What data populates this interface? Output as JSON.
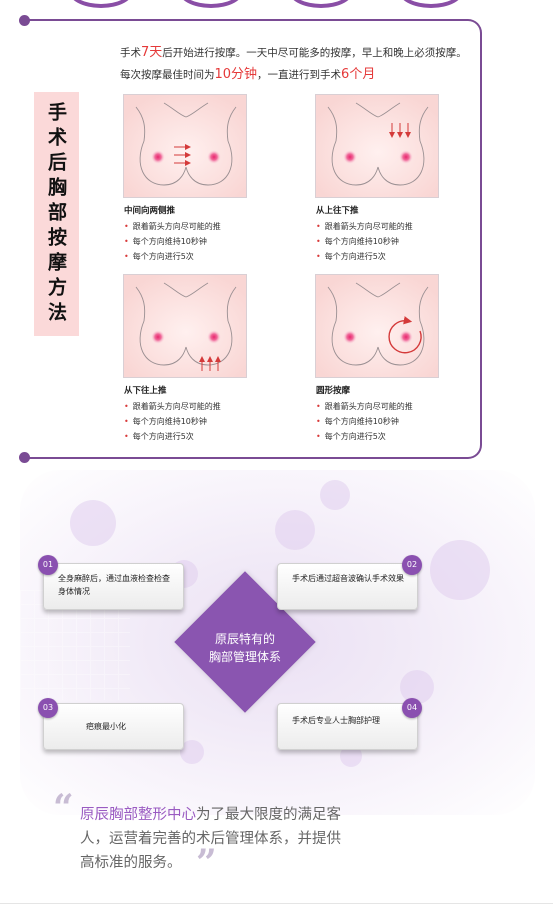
{
  "massage": {
    "side_title": "手术后胸部按摩方法",
    "intro": {
      "line1_prefix": "手术",
      "line1_days": "7天",
      "line1_suffix": "后开始进行按摩。一天中尽可能多的按摩，早上和晚上必须按摩。",
      "line2_prefix": "每次按摩最佳时间为",
      "line2_minutes": "10分钟",
      "line2_middle": "，一直进行到手术",
      "line2_months": "6个月"
    },
    "methods": [
      {
        "title": "中间向两侧推",
        "bullets": [
          "跟着箭头方向尽可能的推",
          "每个方向维持10秒钟",
          "每个方向进行5次"
        ]
      },
      {
        "title": "从上往下推",
        "bullets": [
          "跟着箭头方向尽可能的推",
          "每个方向维持10秒钟",
          "每个方向进行5次"
        ]
      },
      {
        "title": "从下往上推",
        "bullets": [
          "跟着箭头方向尽可能的推",
          "每个方向维持10秒钟",
          "每个方向进行5次"
        ]
      },
      {
        "title": "圆形按摩",
        "bullets": [
          "跟着箭头方向尽可能的推",
          "每个方向维持10秒钟",
          "每个方向进行5次"
        ]
      }
    ],
    "bullet_mark": "•"
  },
  "management": {
    "center_line1": "原辰特有的",
    "center_line2": "胸部管理体系",
    "cards": [
      {
        "number": "01",
        "text": "全身麻醉后，通过血液检查检查身体情况"
      },
      {
        "number": "02",
        "text": "手术后通过超音波确认手术效果"
      },
      {
        "number": "03",
        "text": "疤痕最小化"
      },
      {
        "number": "04",
        "text": "手术后专业人士胸部护理"
      }
    ],
    "statement_brand": "原辰胸部整形中心",
    "statement_line1": "为了最大限度的满足客",
    "statement_line2": "人，运营着完善的术后管理体系，并提供",
    "statement_line3": "高标准的服务。",
    "quote_open": "“",
    "quote_close": "”"
  },
  "colors": {
    "frame": "#7a4b94",
    "highlight": "#e53939",
    "side_title_bg": "#fbd9d9",
    "diamond": "#8a55b0",
    "badge": "#8a50b0",
    "brand_text": "#9a5bc2"
  }
}
